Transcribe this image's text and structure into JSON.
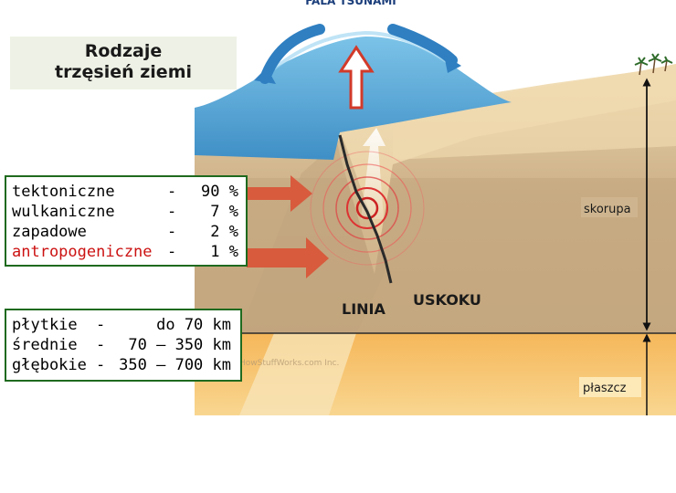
{
  "title": {
    "line1": "Rodzaje",
    "line2": "trzęsień ziemi"
  },
  "earthquake_types": [
    {
      "name": "tektoniczne",
      "sep": "-",
      "value": "90 %"
    },
    {
      "name": "wulkaniczne",
      "sep": "-",
      "value": "7 %"
    },
    {
      "name": "zapadowe",
      "sep": "-",
      "value": "2 %"
    },
    {
      "name": "antropogeniczne",
      "sep": "-",
      "value": "1 %"
    }
  ],
  "depths": [
    {
      "name": "płytkie",
      "sep": "-",
      "range": "do 70 km"
    },
    {
      "name": "średnie",
      "sep": "-",
      "range": "70 – 350 km"
    },
    {
      "name": "głębokie",
      "sep": "-",
      "range": "350 – 700 km"
    }
  ],
  "diagram": {
    "tsunami_label": "FALA TSUNAMI",
    "fault_label_left": "LINIA",
    "fault_label_right": "USKOKU",
    "crust_label": "skorupa",
    "mantle_label": "płaszcz",
    "watermark": "HowStuffWorks.com Inc."
  },
  "colors": {
    "sea": "#5aa8d6",
    "crust": "#c9b08a",
    "mantle": "#f3c16a",
    "wave_arrow": "#2f7fc1",
    "push_arrow": "#d9563a",
    "highlight_red": "#cc1111",
    "box_border": "#1f6a1f"
  }
}
